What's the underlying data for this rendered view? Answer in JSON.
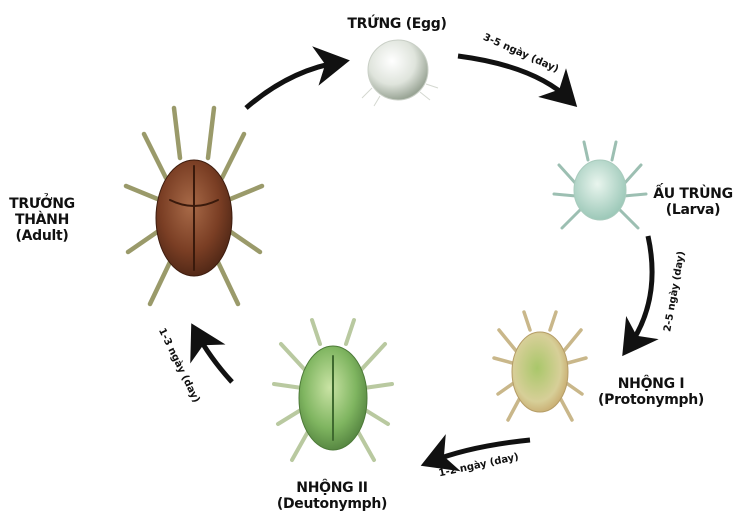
{
  "stages": [
    {
      "name": "TRỨNG",
      "sub": "(Egg)"
    },
    {
      "name": "ẤU TRÙNG",
      "sub": "(Larva)"
    },
    {
      "name": "NHỘNG I",
      "sub": "(Protonymph)"
    },
    {
      "name": "NHỘNG II",
      "sub": "(Deutonymph)"
    },
    {
      "name": "TRƯỞNG THÀNH",
      "sub": "(Adult)"
    }
  ],
  "adult_label": {
    "line1": "TRƯỞNG",
    "line2": "THÀNH",
    "line3": "(Adult)"
  },
  "egg_label": "TRỨNG (Egg)",
  "durations": {
    "egg_to_larva": "3-5 ngày (day)",
    "larva_to_protonymph": "2-5 ngày (day)",
    "protonymph_to_deutonymph": "1-2 ngày (day)",
    "deutonymph_to_adult": "1-3 ngày (day)"
  },
  "colors": {
    "egg": "#e8ece4",
    "larva": "#cfe6dc",
    "protonymph": "#b7c98a",
    "deutonymph": "#8fbf72",
    "adult": "#8a4a2e",
    "arrow": "#111111"
  }
}
